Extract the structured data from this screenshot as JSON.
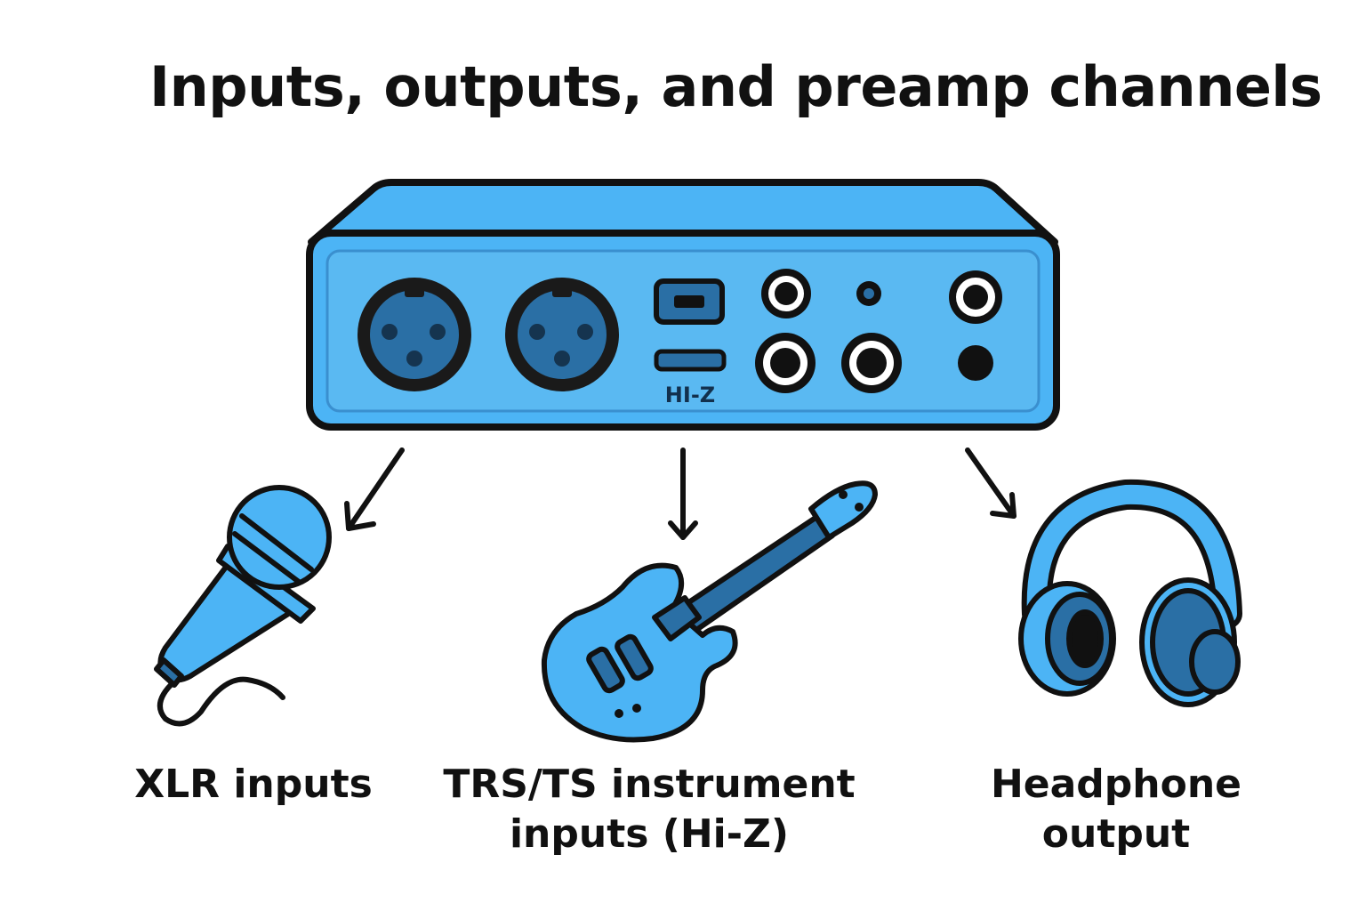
{
  "title": "Inputs, outputs, and preamp channels",
  "device": {
    "panel_label": "HI-Z"
  },
  "captions": {
    "xlr": "XLR inputs",
    "instrument_line1": "TRS/TS instrument",
    "instrument_line2": "inputs (Hi-Z)",
    "headphone_line1": "Headphone",
    "headphone_line2": "output"
  },
  "icons": [
    "audio-interface-icon",
    "microphone-icon",
    "electric-guitar-icon",
    "headphones-icon"
  ],
  "colors": {
    "device_blue": "#4cb4f5",
    "panel_blue": "#5ab9f2",
    "dark_blue": "#2a6fa5",
    "outline": "#111111"
  }
}
